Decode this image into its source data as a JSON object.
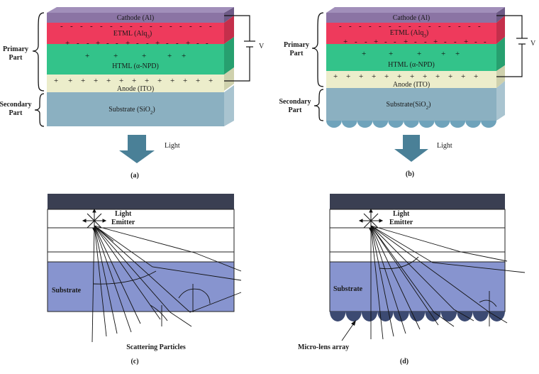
{
  "panels": {
    "a": {
      "label": "(a)",
      "layers": {
        "cathode": "Cathode (Al)",
        "etml": "ETML (Alq",
        "etml_sub": "3",
        "html": "HTML (α-NPD)",
        "anode": "Anode (ITO)",
        "substrate": "Substrate (SiO",
        "substrate_sub": "2",
        "substrate_close": ")"
      },
      "primary_line1": "Primary",
      "primary_line2": "Part",
      "secondary_line1": "Secondary",
      "secondary_line2": "Part",
      "voltage": "V",
      "light": "Light"
    },
    "b": {
      "label": "(b)",
      "layers": {
        "cathode": "Cathode (Al)",
        "etml": "ETML (Alq",
        "etml_sub": "3",
        "html": "HTML (α-NPD)",
        "anode": "Anode (ITO)",
        "substrate": "Substrate(SiO",
        "substrate_sub": "2",
        "substrate_close": ")"
      },
      "primary_line1": "Primary",
      "primary_line2": "Part",
      "secondary_line1": "Secondary",
      "secondary_line2": "Part",
      "voltage": "V",
      "light": "Light"
    },
    "c": {
      "label": "(c)",
      "emitter_line1": "Light",
      "emitter_line2": "Emitter",
      "substrate": "Substrate",
      "annotation": "Scattering Particles"
    },
    "d": {
      "label": "(d)",
      "emitter_line1": "Light",
      "emitter_line2": "Emitter",
      "substrate": "Substrate",
      "annotation": "Micro-lens array"
    }
  },
  "colors": {
    "cathode": "#8b74a4",
    "etml": "#ee3a5c",
    "html": "#33c38a",
    "anode": "#ecedcb",
    "substrate": "#8bb0c1",
    "arrow": "#4a8097",
    "dark_layer": "#3a3f52",
    "blue_substrate": "#8794cf",
    "lens": "#3c4a72"
  }
}
